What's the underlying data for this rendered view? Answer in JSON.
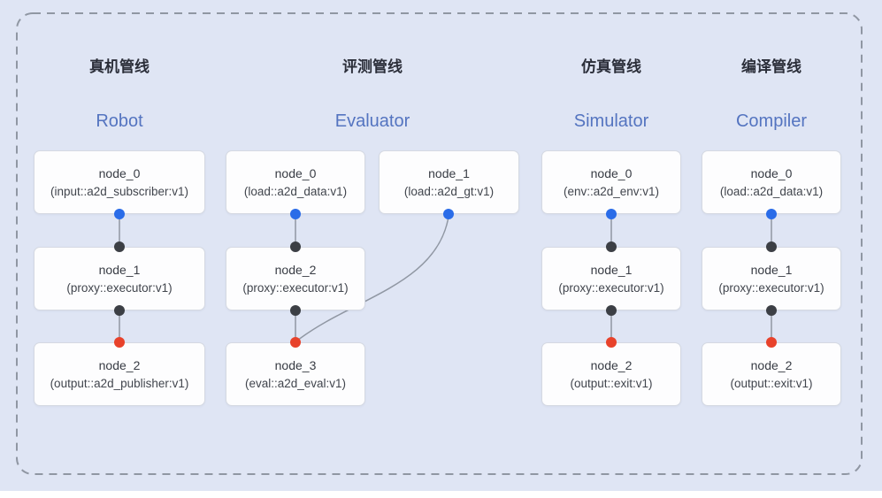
{
  "diagram": {
    "kind": "pipeline-graph",
    "background_color": "#dfe5f4",
    "dashed_border_color": "#9097a3",
    "node_fill_color": "#fdfdfe",
    "node_border_color": "#d5d9e2",
    "edge_color": "#9097a3",
    "port_colors": {
      "source_output": "#2a6ce8",
      "executor_port": "#3c3f45",
      "sink_input": "#e8422b"
    },
    "title_zh_color": "#2b2e39",
    "title_en_color": "#5474c0"
  },
  "pipelines": [
    {
      "zh_title": "真机管线",
      "en_title": "Robot",
      "nodes": [
        {
          "name": "node_0",
          "type": "(input::a2d_subscriber:v1)"
        },
        {
          "name": "node_1",
          "type": "(proxy::executor:v1)"
        },
        {
          "name": "node_2",
          "type": "(output::a2d_publisher:v1)"
        }
      ]
    },
    {
      "zh_title": "评测管线",
      "en_title": "Evaluator",
      "nodes": [
        {
          "name": "node_0",
          "type": "(load::a2d_data:v1)"
        },
        {
          "name": "node_1",
          "type": "(load::a2d_gt:v1)"
        },
        {
          "name": "node_2",
          "type": "(proxy::executor:v1)"
        },
        {
          "name": "node_3",
          "type": "(eval::a2d_eval:v1)"
        }
      ]
    },
    {
      "zh_title": "仿真管线",
      "en_title": "Simulator",
      "nodes": [
        {
          "name": "node_0",
          "type": "(env::a2d_env:v1)"
        },
        {
          "name": "node_1",
          "type": "(proxy::executor:v1)"
        },
        {
          "name": "node_2",
          "type": "(output::exit:v1)"
        }
      ]
    },
    {
      "zh_title": "编译管线",
      "en_title": "Compiler",
      "nodes": [
        {
          "name": "node_0",
          "type": "(load::a2d_data:v1)"
        },
        {
          "name": "node_1",
          "type": "(proxy::executor:v1)"
        },
        {
          "name": "node_2",
          "type": "(output::exit:v1)"
        }
      ]
    }
  ]
}
